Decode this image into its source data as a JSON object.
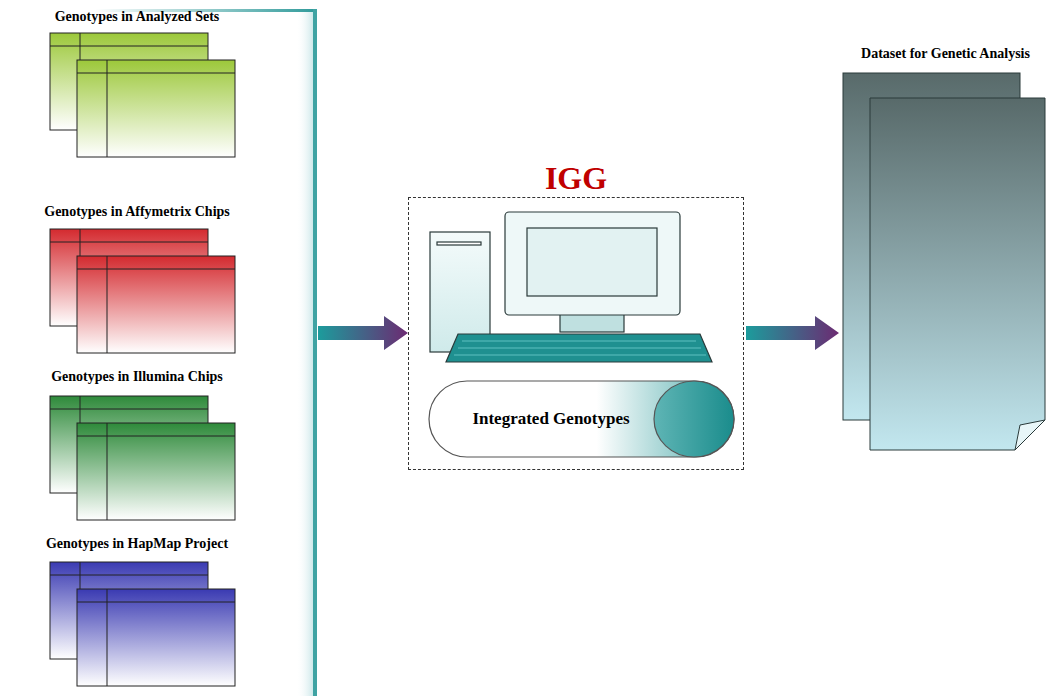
{
  "diagram": {
    "nodes": [
      {
        "text": [
          "Genotypes in Analyzed Sets"
        ]
      },
      {
        "text": [
          "Genotypes in Affymetrix Chips"
        ]
      },
      {
        "text": [
          "Genotypes in Illumina Chips"
        ]
      },
      {
        "text": [
          "Genotypes in HapMap Project"
        ]
      },
      {
        "text": [
          "IGG"
        ]
      },
      {
        "text": [
          "Integrated Genotypes"
        ],
        "in": 4
      },
      {
        "text": [
          "Dataset for Genetic Analysis"
        ]
      }
    ],
    "edges": [
      {
        "from": 4,
        "to": 6,
        "arrow": "to"
      }
    ]
  }
}
